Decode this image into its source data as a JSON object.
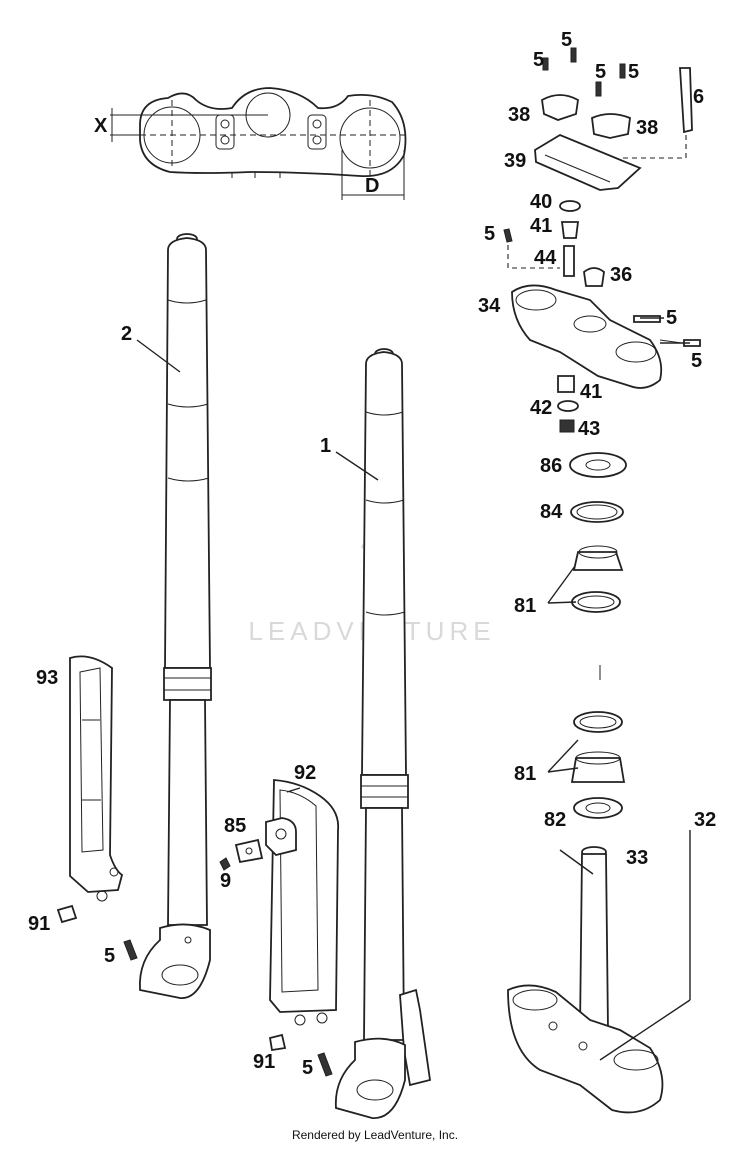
{
  "diagram": {
    "watermark": "LEADVENTURE",
    "footer": "Rendered by LeadVenture, Inc.",
    "dimension_labels": {
      "x": "X",
      "d": "D"
    },
    "callouts": [
      "5",
      "5",
      "5",
      "5",
      "6",
      "38",
      "38",
      "39",
      "40",
      "41",
      "5",
      "44",
      "36",
      "34",
      "5",
      "5",
      "41",
      "42",
      "43",
      "86",
      "84",
      "81",
      "2",
      "1",
      "93",
      "92",
      "85",
      "9",
      "81",
      "82",
      "33",
      "32",
      "91",
      "5",
      "91",
      "5"
    ]
  }
}
